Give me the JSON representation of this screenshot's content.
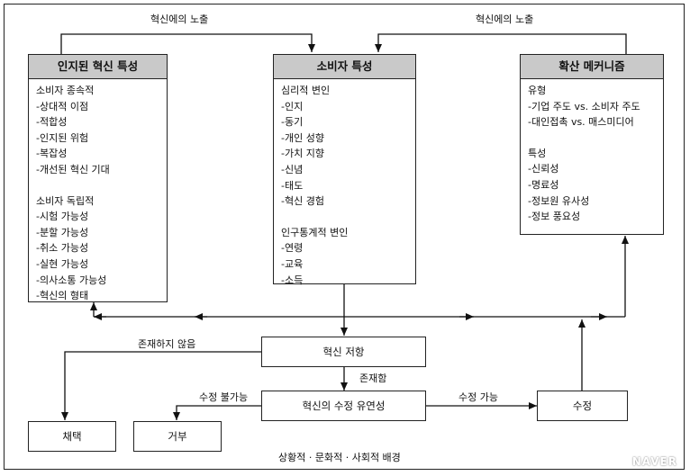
{
  "edges": {
    "exposure_left": "혁신에의 노출",
    "exposure_right": "혁신에의 노출",
    "not_exist": "존재하지 않음",
    "exist": "존재함",
    "not_modifiable": "수정 불가능",
    "modifiable": "수정 가능"
  },
  "perceived": {
    "title": "인지된 혁신 특성",
    "dependent_title": "소비자 종속적",
    "dependent_items": [
      "-상대적 이점",
      "-적합성",
      "-인지된 위험",
      "-복잡성",
      "-개선된 혁신 기대"
    ],
    "independent_title": "소비자 독립적",
    "independent_items": [
      "-시험 가능성",
      "-분할 가능성",
      "-취소 가능성",
      "-실현 가능성",
      "-의사소통 가능성",
      "-혁신의 형태"
    ]
  },
  "consumer": {
    "title": "소비자 특성",
    "psych_title": "심리적 변인",
    "psych_items": [
      "-인지",
      "-동기",
      "-개인 성향",
      "-가치 지향",
      "-신념",
      "-태도",
      "-혁신 경험"
    ],
    "demo_title": "인구통계적 변인",
    "demo_items": [
      "-연령",
      "-교육",
      "-소득"
    ]
  },
  "diffusion": {
    "title": "확산 메커니즘",
    "type_title": "유형",
    "type_items": [
      "-기업 주도 vs. 소비자 주도",
      "-대인접촉 vs. 매스미디어"
    ],
    "feature_title": "특성",
    "feature_items": [
      "-신뢰성",
      "-명료성",
      "-정보원 유사성",
      "-정보 풍요성"
    ]
  },
  "nodes": {
    "resistance": "혁신 저항",
    "flexibility": "혁신의 수정 유연성",
    "modify": "수정",
    "adopt": "채택",
    "reject": "거부"
  },
  "background": "상황적 · 문화적 · 사회적 배경",
  "watermark": "NAVER"
}
